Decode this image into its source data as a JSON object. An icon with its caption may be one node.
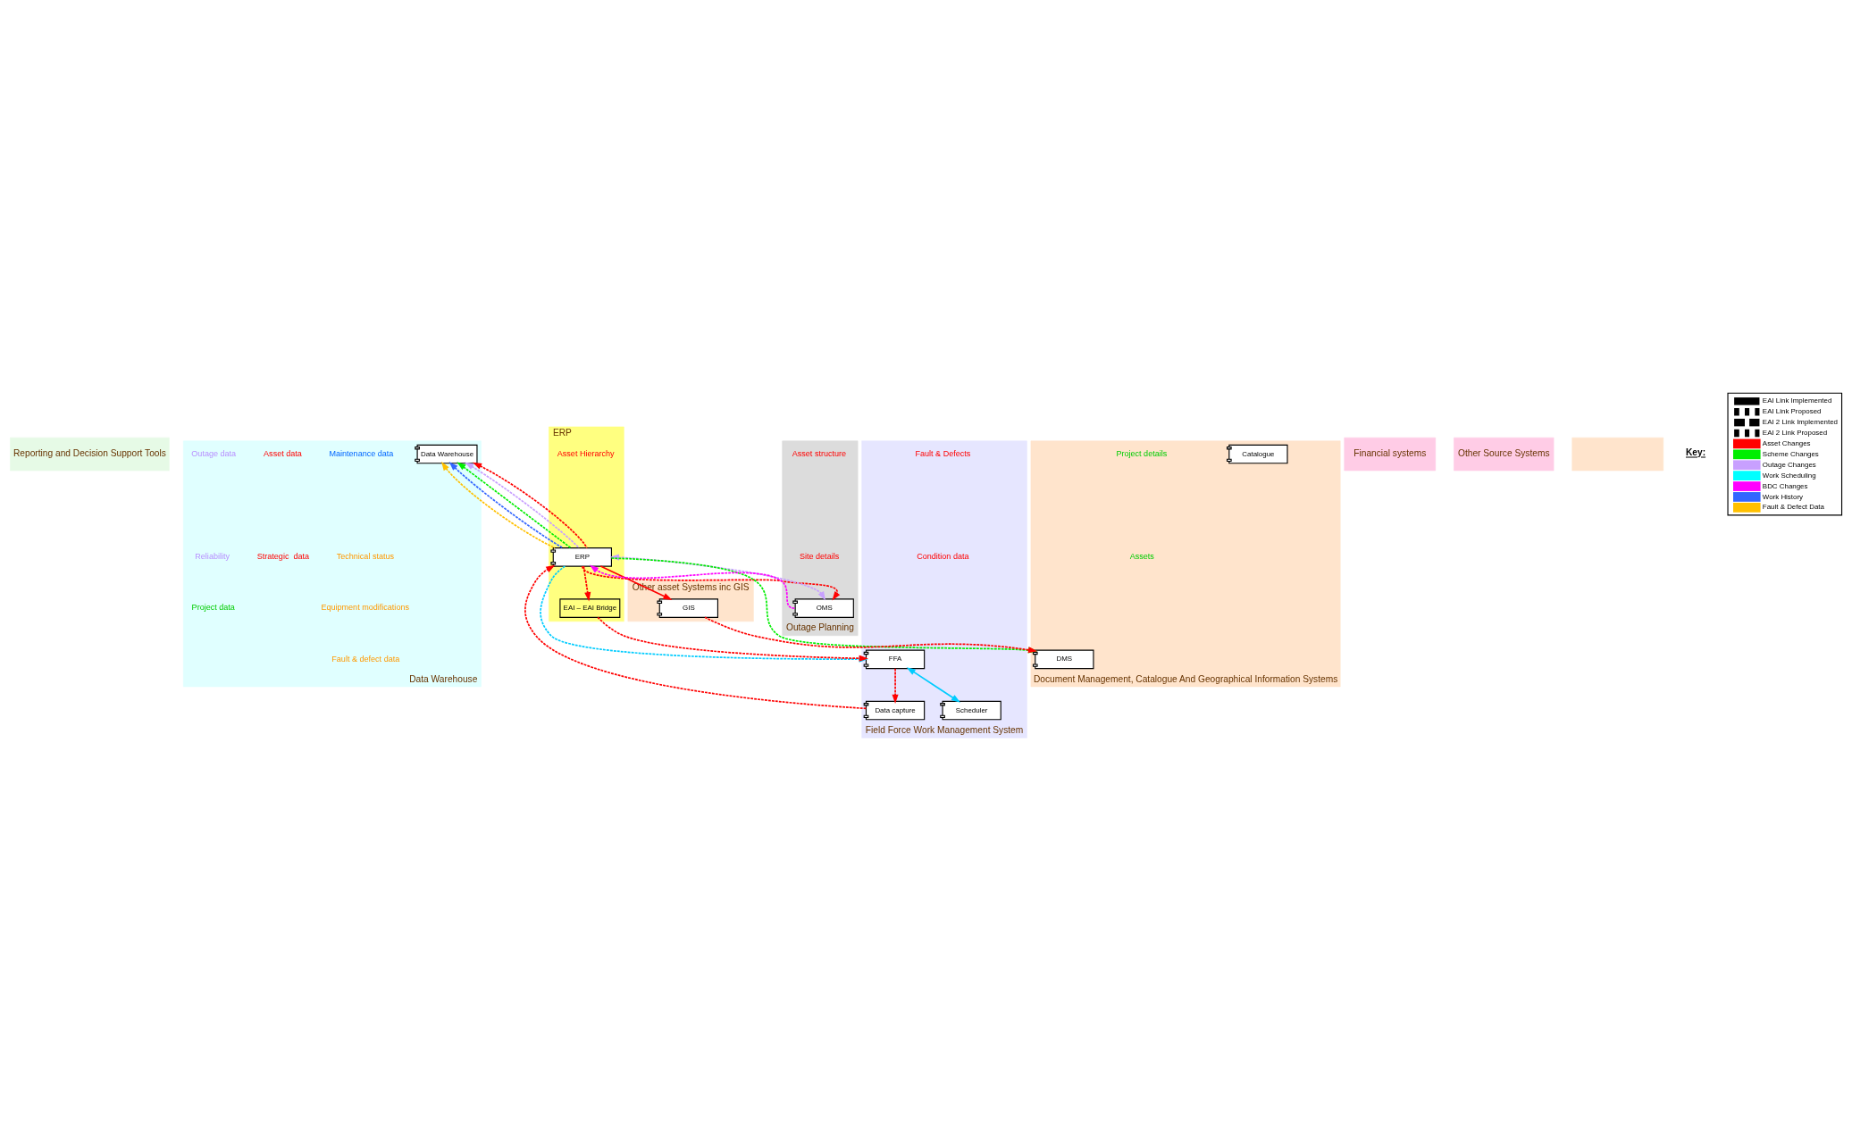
{
  "diagram": {
    "nodes": [
      {
        "text": [
          "Reporting and Decision Support Tools"
        ]
      },
      {
        "text": [
          "Data Warehouse"
        ]
      },
      {
        "text": [
          "Financial systems"
        ]
      },
      {
        "text": [
          "Other Source Systems"
        ]
      },
      {
        "text": [
          "ERP"
        ]
      },
      {
        "text": [],
        "shape": "box"
      },
      {
        "text": [
          "Outage Planning"
        ]
      },
      {
        "text": [
          "Other asset Systems inc GIS"
        ]
      },
      {
        "text": [
          "Document Management, Catalogue And Geographical Information Systems"
        ]
      },
      {
        "text": [
          "Field Force Work Management System"
        ]
      },
      {
        "text": [
          "Data Warehouse"
        ],
        "in": 1
      },
      {
        "text": [
          "ERP"
        ],
        "in": 4
      },
      {
        "text": [
          "GIS"
        ],
        "in": 7
      },
      {
        "text": [
          "EAI – EAI Bridge"
        ],
        "in": 4
      },
      {
        "text": [
          "OMS"
        ],
        "in": 6
      },
      {
        "text": [
          "Catalogue"
        ],
        "in": 8
      },
      {
        "text": [
          "FFA"
        ],
        "in": 9
      },
      {
        "text": [
          "DMS"
        ],
        "in": 8
      },
      {
        "text": [
          "Scheduler"
        ],
        "in": 9
      },
      {
        "text": [
          "Data capture"
        ],
        "in": 9
      }
    ],
    "edges": [
      {
        "from": 11,
        "to": 10,
        "arrow": "to",
        "style": "dashed",
        "color": "#ffc000"
      },
      {
        "from": 11,
        "to": 10,
        "arrow": "to",
        "style": "dashed",
        "color": "#3366ff"
      },
      {
        "from": 11,
        "to": 10,
        "arrow": "to",
        "style": "dashed",
        "color": "#00ee00"
      },
      {
        "from": 11,
        "to": 10,
        "arrow": "to",
        "style": "dashed",
        "color": "#c8a0ff"
      },
      {
        "from": 11,
        "to": 10,
        "arrow": "to",
        "style": "dashed"
      },
      {
        "from": 11,
        "to": 12,
        "arrow": "to"
      },
      {
        "from": 11,
        "to": 17,
        "arrow": "to",
        "style": "dashed",
        "color": "#00ee00"
      },
      {
        "from": 11,
        "to": 14,
        "arrow": "to",
        "style": "dashed"
      },
      {
        "from": 12,
        "to": 17,
        "arrow": "to",
        "style": "dashed"
      },
      {
        "from": 11,
        "to": 14,
        "arrow": "both",
        "style": "dashed",
        "color": "#c8a0ff"
      },
      {
        "from": 14,
        "to": 11,
        "arrow": "to",
        "style": "dashed",
        "color": "#ff00ff"
      },
      {
        "from": 11,
        "to": 13,
        "arrow": "to",
        "style": "dashed"
      },
      {
        "from": 13,
        "to": 16,
        "arrow": "to",
        "style": "dashed"
      },
      {
        "from": 16,
        "to": 19,
        "arrow": "to",
        "style": "dashed"
      },
      {
        "from": 19,
        "to": 11,
        "arrow": "to",
        "style": "dashed"
      },
      {
        "from": 11,
        "to": 16,
        "arrow": "to",
        "style": "dashed",
        "color": "#00ccff"
      },
      {
        "from": 16,
        "to": 18,
        "arrow": "both",
        "color": "#00ccff"
      }
    ],
    "labels": [
      "Maintenance data",
      "Technical status",
      "Equipment modifications",
      "Fault & defect data",
      "Asset data",
      "Strategic  data",
      "Outage data",
      "Reliability",
      "Project data",
      "Asset structure",
      "Site details",
      "Project details",
      "Assets",
      "Asset Hierarchy",
      "Fault & Defects",
      "Condition data",
      "Key:"
    ],
    "legend": [
      {
        "text": "EAI Link Implemented"
      },
      {
        "text": "EAI Link Proposed"
      },
      {
        "text": "EAI 2 Link Implemented"
      },
      {
        "text": "EAI 2 Link Proposed"
      },
      {
        "text": "Asset Changes",
        "color": "#ff0000"
      },
      {
        "text": "Scheme Changes",
        "color": "#00ee00"
      },
      {
        "text": "Outage Changes",
        "color": "#c8a0ff"
      },
      {
        "text": "Work Scheduling",
        "color": "#00ffff"
      },
      {
        "text": "BDC Changes",
        "color": "#ff00ff"
      },
      {
        "text": "Work History",
        "color": "#3366ff"
      },
      {
        "text": "Fault & Defect Data",
        "color": "#ffc000"
      }
    ]
  }
}
